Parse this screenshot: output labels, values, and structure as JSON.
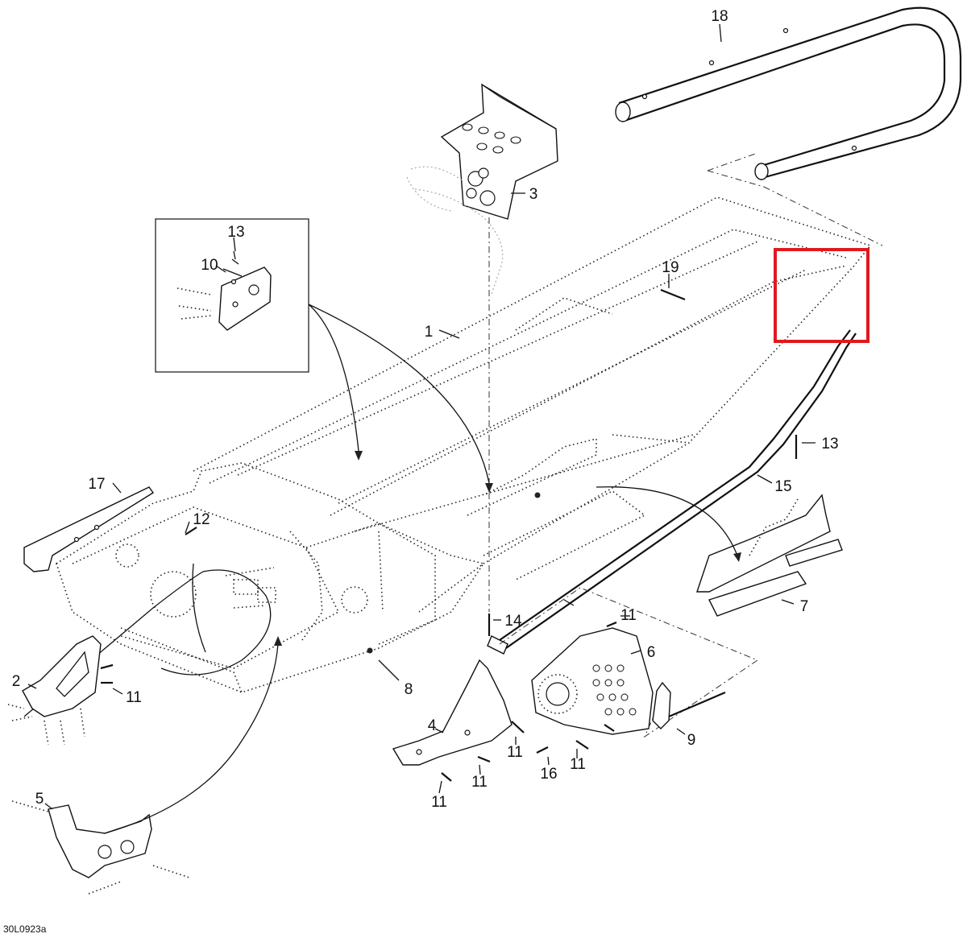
{
  "diagram": {
    "drawing_code": "30L0923a",
    "highlight_color": "#e0191f",
    "callouts": {
      "c1": "1",
      "c2": "2",
      "c3": "3",
      "c4": "4",
      "c5": "5",
      "c6": "6",
      "c7": "7",
      "c8": "8",
      "c9": "9",
      "c10": "10",
      "c11a": "11",
      "c11b": "11",
      "c11c": "11",
      "c11d": "11",
      "c11e": "11",
      "c11f": "11",
      "c12": "12",
      "c13a": "13",
      "c13b": "13",
      "c14": "14",
      "c15": "15",
      "c16": "16",
      "c17": "17",
      "c18": "18",
      "c19": "19"
    }
  }
}
